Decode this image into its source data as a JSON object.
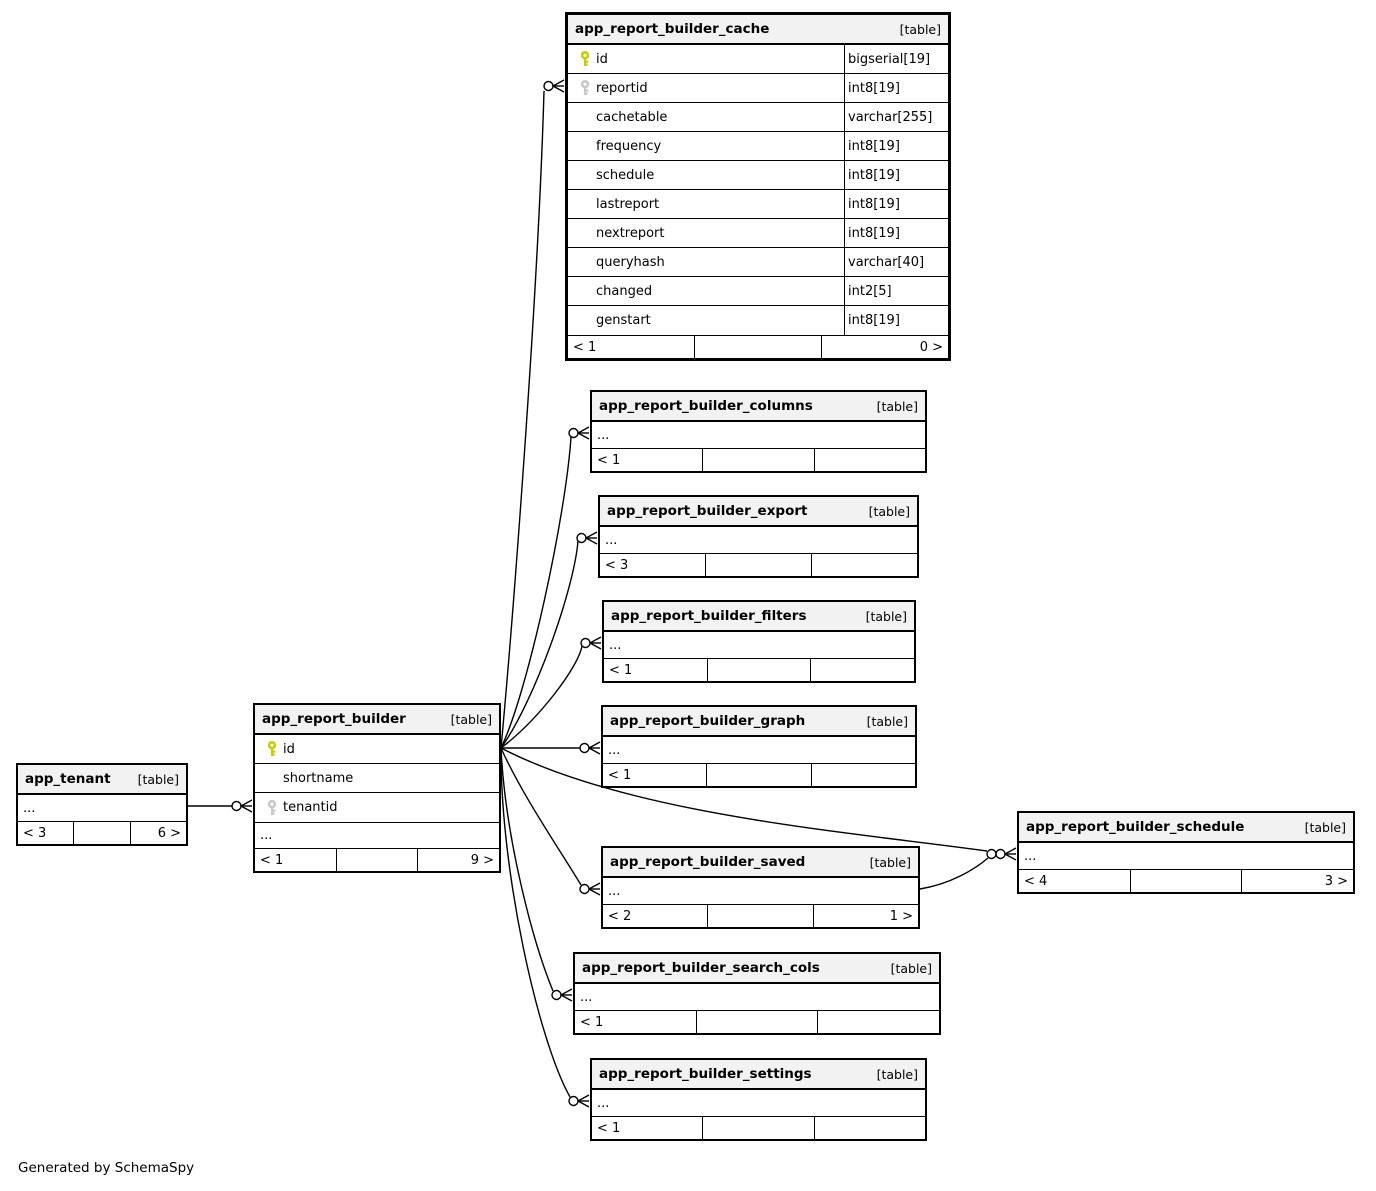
{
  "page": {
    "generator_note": "Generated by SchemaSpy"
  },
  "labels": {
    "ellipsis": "...",
    "badge": "[table]"
  },
  "colors": {
    "primary_key": "#c6ce00",
    "foreign_key": "#c8c8c8",
    "header_bg": "#f2f2f2",
    "edge": "#000000"
  },
  "tables": [
    {
      "id": "app_report_builder_cache",
      "name": "app_report_builder_cache",
      "columns": [
        {
          "name": "id",
          "type": "bigserial[19]",
          "key": "primary"
        },
        {
          "name": "reportid",
          "type": "int8[19]",
          "key": "foreign"
        },
        {
          "name": "cachetable",
          "type": "varchar[255]"
        },
        {
          "name": "frequency",
          "type": "int8[19]"
        },
        {
          "name": "schedule",
          "type": "int8[19]"
        },
        {
          "name": "lastreport",
          "type": "int8[19]"
        },
        {
          "name": "nextreport",
          "type": "int8[19]"
        },
        {
          "name": "queryhash",
          "type": "varchar[40]"
        },
        {
          "name": "changed",
          "type": "int2[5]"
        },
        {
          "name": "genstart",
          "type": "int8[19]"
        }
      ],
      "ellipsis": false,
      "footer": {
        "left": "< 1",
        "mid": "",
        "right": "0 >"
      }
    },
    {
      "id": "app_report_builder_columns",
      "name": "app_report_builder_columns",
      "ellipsis": true,
      "footer": {
        "left": "< 1",
        "mid": "",
        "right": ""
      }
    },
    {
      "id": "app_report_builder_export",
      "name": "app_report_builder_export",
      "ellipsis": true,
      "footer": {
        "left": "< 3",
        "mid": "",
        "right": ""
      }
    },
    {
      "id": "app_report_builder_filters",
      "name": "app_report_builder_filters",
      "ellipsis": true,
      "footer": {
        "left": "< 1",
        "mid": "",
        "right": ""
      }
    },
    {
      "id": "app_report_builder_graph",
      "name": "app_report_builder_graph",
      "ellipsis": true,
      "footer": {
        "left": "< 1",
        "mid": "",
        "right": ""
      }
    },
    {
      "id": "app_report_builder",
      "name": "app_report_builder",
      "columns": [
        {
          "name": "id",
          "key": "primary"
        },
        {
          "name": "shortname"
        },
        {
          "name": "tenantid",
          "key": "foreign"
        }
      ],
      "ellipsis": true,
      "footer": {
        "left": "< 1",
        "mid": "",
        "right": "9 >"
      }
    },
    {
      "id": "app_tenant",
      "name": "app_tenant",
      "ellipsis": true,
      "footer": {
        "left": "< 3",
        "mid": "",
        "right": "6 >"
      }
    },
    {
      "id": "app_report_builder_schedule",
      "name": "app_report_builder_schedule",
      "ellipsis": true,
      "footer": {
        "left": "< 4",
        "mid": "",
        "right": "3 >"
      }
    },
    {
      "id": "app_report_builder_saved",
      "name": "app_report_builder_saved",
      "ellipsis": true,
      "footer": {
        "left": "< 2",
        "mid": "",
        "right": "1 >"
      }
    },
    {
      "id": "app_report_builder_search_cols",
      "name": "app_report_builder_search_cols",
      "ellipsis": true,
      "footer": {
        "left": "< 1",
        "mid": "",
        "right": ""
      }
    },
    {
      "id": "app_report_builder_settings",
      "name": "app_report_builder_settings",
      "ellipsis": true,
      "footer": {
        "left": "< 1",
        "mid": "",
        "right": ""
      }
    }
  ]
}
